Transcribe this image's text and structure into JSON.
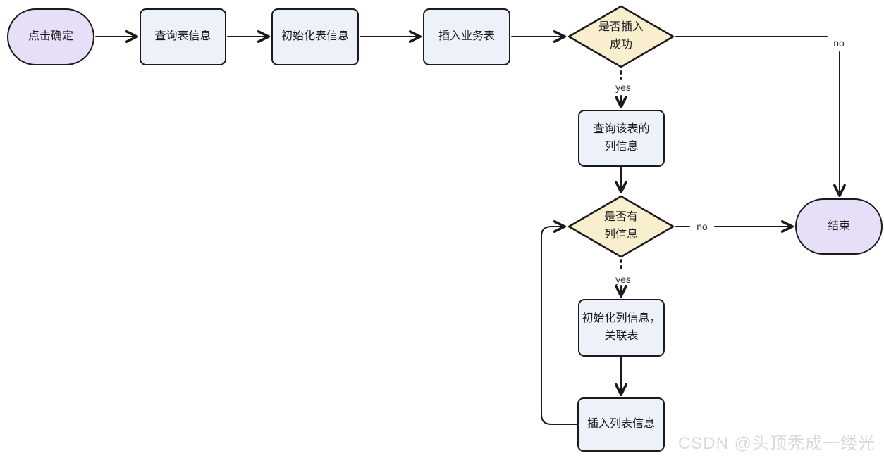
{
  "diagram": {
    "type": "flowchart",
    "background": "#ffffff",
    "colors": {
      "stroke": "#1a1a1a",
      "terminal_fill": "#e7def7",
      "process_fill": "#ecf1fa",
      "decision_fill": "#f9efce",
      "watermark_color": "#dcdad7",
      "background": "#ffffff"
    },
    "nodes": {
      "start": {
        "type": "terminal",
        "label": "点击确定"
      },
      "query_table": {
        "type": "process",
        "label": "查询表信息"
      },
      "init_table": {
        "type": "process",
        "label": "初始化表信息"
      },
      "insert_business": {
        "type": "process",
        "label": "插入业务表"
      },
      "insert_success": {
        "type": "decision",
        "label": "是否插入\n成功"
      },
      "query_columns": {
        "type": "process",
        "label": "查询该表的\n列信息"
      },
      "has_columns": {
        "type": "decision",
        "label": "是否有\n列信息"
      },
      "init_columns": {
        "type": "process",
        "label": "初始化列信息，\n关联表"
      },
      "insert_column_list": {
        "type": "process",
        "label": "插入列表信息"
      },
      "end": {
        "type": "terminal",
        "label": "结束"
      }
    },
    "edge_labels": {
      "insert_success_yes": "yes",
      "insert_success_no": "no",
      "has_columns_yes": "yes",
      "has_columns_no": "no"
    },
    "watermark": "CSDN @头顶秃成一缕光"
  }
}
